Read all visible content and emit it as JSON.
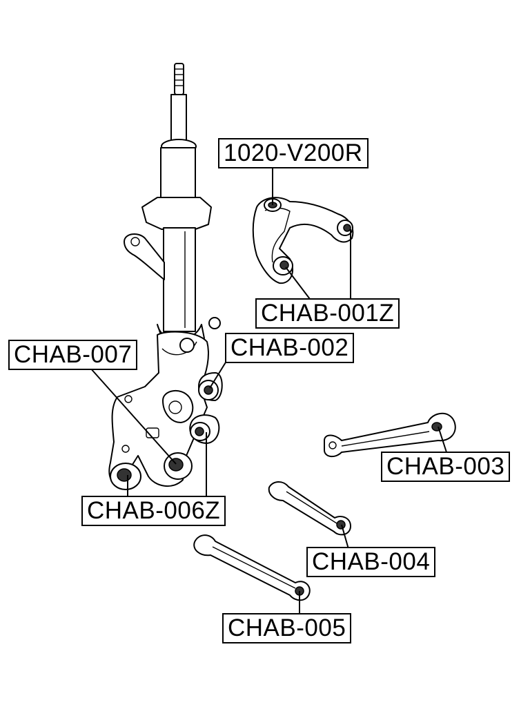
{
  "labels": {
    "l1020": "1020-V200R",
    "chab001z": "CHAB-001Z",
    "chab002": "CHAB-002",
    "chab003": "CHAB-003",
    "chab004": "CHAB-004",
    "chab005": "CHAB-005",
    "chab006z": "CHAB-006Z",
    "chab007": "CHAB-007"
  }
}
